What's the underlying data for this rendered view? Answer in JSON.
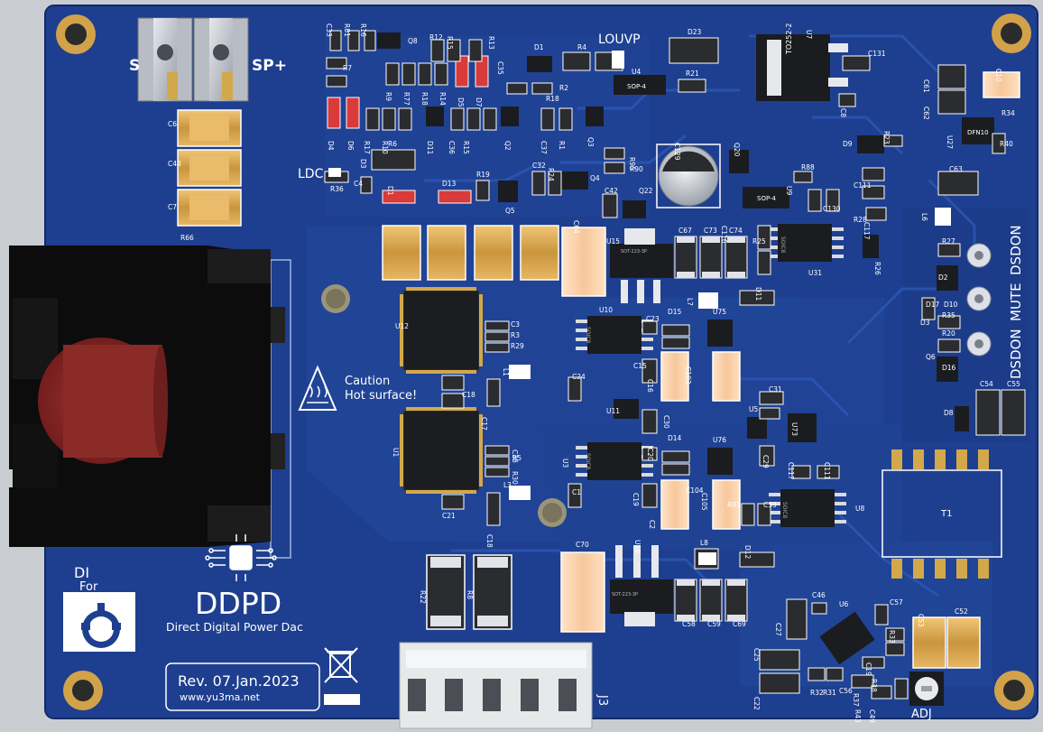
{
  "board": {
    "title": "DDPD",
    "subtitle": "Direct Digital Power Dac",
    "revision": "Rev. 07.Jan.2023",
    "website": "www.yu3ma.net",
    "caution_line1": "Caution",
    "caution_line2": "Hot surface!",
    "edge_text_1": "DI",
    "edge_text_2": "For",
    "colors": {
      "board": "#1e3f8f",
      "board_dark": "#17357c",
      "copper": "#d3a84a",
      "silk": "#ffffff"
    }
  },
  "labels": {
    "sp_minus": "S",
    "sp_plus": "SP+",
    "louvp": "LOUVP",
    "ldc": "LDC",
    "dsdon_top": "DSDON",
    "mute": "MUTE",
    "dsdon_side": "DSDON",
    "adj": "ADJ",
    "j3": "J3",
    "t1": "T1"
  },
  "refdes": [
    {
      "t": "C33"
    },
    {
      "t": "R81"
    },
    {
      "t": "R16"
    },
    {
      "t": "Q8"
    },
    {
      "t": "R12"
    },
    {
      "t": "R15"
    },
    {
      "t": "R13"
    },
    {
      "t": "D1"
    },
    {
      "t": "R4"
    },
    {
      "t": "D23"
    },
    {
      "t": "U7"
    },
    {
      "t": "R7"
    },
    {
      "t": "C35"
    },
    {
      "t": "U4"
    },
    {
      "t": "R21"
    },
    {
      "t": "C131"
    },
    {
      "t": "C61"
    },
    {
      "t": "C10"
    },
    {
      "t": "R9"
    },
    {
      "t": "R77"
    },
    {
      "t": "R18"
    },
    {
      "t": "R14"
    },
    {
      "t": "D5"
    },
    {
      "t": "D7"
    },
    {
      "t": "R2"
    },
    {
      "t": "R18"
    },
    {
      "t": "C62"
    },
    {
      "t": "R34"
    },
    {
      "t": "C8"
    },
    {
      "t": "D4"
    },
    {
      "t": "D6"
    },
    {
      "t": "R17"
    },
    {
      "t": "R10"
    },
    {
      "t": "D11"
    },
    {
      "t": "C36"
    },
    {
      "t": "R15"
    },
    {
      "t": "Q2"
    },
    {
      "t": "C37"
    },
    {
      "t": "R1"
    },
    {
      "t": "Q3"
    },
    {
      "t": "C129"
    },
    {
      "t": "Q20"
    },
    {
      "t": "D9"
    },
    {
      "t": "R23"
    },
    {
      "t": "U27"
    },
    {
      "t": "R40"
    },
    {
      "t": "C6"
    },
    {
      "t": "R6"
    },
    {
      "t": "R95"
    },
    {
      "t": "R90"
    },
    {
      "t": "C44"
    },
    {
      "t": "D3"
    },
    {
      "t": "R19"
    },
    {
      "t": "C32"
    },
    {
      "t": "R24"
    },
    {
      "t": "R88"
    },
    {
      "t": "C63"
    },
    {
      "t": "C4"
    },
    {
      "t": "R36"
    },
    {
      "t": "D1"
    },
    {
      "t": "D13"
    },
    {
      "t": "Q5"
    },
    {
      "t": "Q4"
    },
    {
      "t": "C42"
    },
    {
      "t": "Q22"
    },
    {
      "t": "U9"
    },
    {
      "t": "C111"
    },
    {
      "t": "C130"
    },
    {
      "t": "C117"
    },
    {
      "t": "R28"
    },
    {
      "t": "L6"
    },
    {
      "t": "C7"
    },
    {
      "t": "R66"
    },
    {
      "t": "C64"
    },
    {
      "t": "C116"
    },
    {
      "t": "U15"
    },
    {
      "t": "C67"
    },
    {
      "t": "C73"
    },
    {
      "t": "C74"
    },
    {
      "t": "R25"
    },
    {
      "t": "R26"
    },
    {
      "t": "R27"
    },
    {
      "t": "D2"
    },
    {
      "t": "U31"
    },
    {
      "t": "D11"
    },
    {
      "t": "L7"
    },
    {
      "t": "R35"
    },
    {
      "t": "D10"
    },
    {
      "t": "D17"
    },
    {
      "t": "D3"
    },
    {
      "t": "U12"
    },
    {
      "t": "C3"
    },
    {
      "t": "R3"
    },
    {
      "t": "R29"
    },
    {
      "t": "U10"
    },
    {
      "t": "C23"
    },
    {
      "t": "D15"
    },
    {
      "t": "U75"
    },
    {
      "t": "R20"
    },
    {
      "t": "Q6"
    },
    {
      "t": "D16"
    },
    {
      "t": "L1"
    },
    {
      "t": "C15"
    },
    {
      "t": "C16"
    },
    {
      "t": "C103"
    },
    {
      "t": "C18"
    },
    {
      "t": "C24"
    },
    {
      "t": "C17"
    },
    {
      "t": "C54"
    },
    {
      "t": "C55"
    },
    {
      "t": "D8"
    },
    {
      "t": "C31"
    },
    {
      "t": "U11"
    },
    {
      "t": "C30"
    },
    {
      "t": "U5"
    },
    {
      "t": "U73"
    },
    {
      "t": "C38"
    },
    {
      "t": "R5"
    },
    {
      "t": "R30"
    },
    {
      "t": "U1"
    },
    {
      "t": "C20"
    },
    {
      "t": "D14"
    },
    {
      "t": "U76"
    },
    {
      "t": "C29"
    },
    {
      "t": "U3"
    },
    {
      "t": "C117"
    },
    {
      "t": "C111"
    },
    {
      "t": "C1"
    },
    {
      "t": "C19"
    },
    {
      "t": "C104"
    },
    {
      "t": "C105"
    },
    {
      "t": "C2"
    },
    {
      "t": "R91"
    },
    {
      "t": "C39"
    },
    {
      "t": "U8"
    },
    {
      "t": "C21"
    },
    {
      "t": "C18"
    },
    {
      "t": "L3"
    },
    {
      "t": "C70"
    },
    {
      "t": "U16"
    },
    {
      "t": "L8"
    },
    {
      "t": "D12"
    },
    {
      "t": "R22"
    },
    {
      "t": "R8"
    },
    {
      "t": "C58"
    },
    {
      "t": "C59"
    },
    {
      "t": "C69"
    },
    {
      "t": "C46"
    },
    {
      "t": "U6"
    },
    {
      "t": "C57"
    },
    {
      "t": "C53"
    },
    {
      "t": "C52"
    },
    {
      "t": "C27"
    },
    {
      "t": "R33"
    },
    {
      "t": "C25"
    },
    {
      "t": "C19"
    },
    {
      "t": "C22"
    },
    {
      "t": "R32"
    },
    {
      "t": "R31"
    },
    {
      "t": "C56"
    },
    {
      "t": "R37"
    },
    {
      "t": "R38"
    },
    {
      "t": "R43"
    },
    {
      "t": "C49"
    }
  ],
  "packages": {
    "sop4": "SOP-4",
    "to252": "TO252-2",
    "soic8": "SOIC8",
    "sot223": "SOT-223-3P",
    "dfn10": "DFN10"
  }
}
